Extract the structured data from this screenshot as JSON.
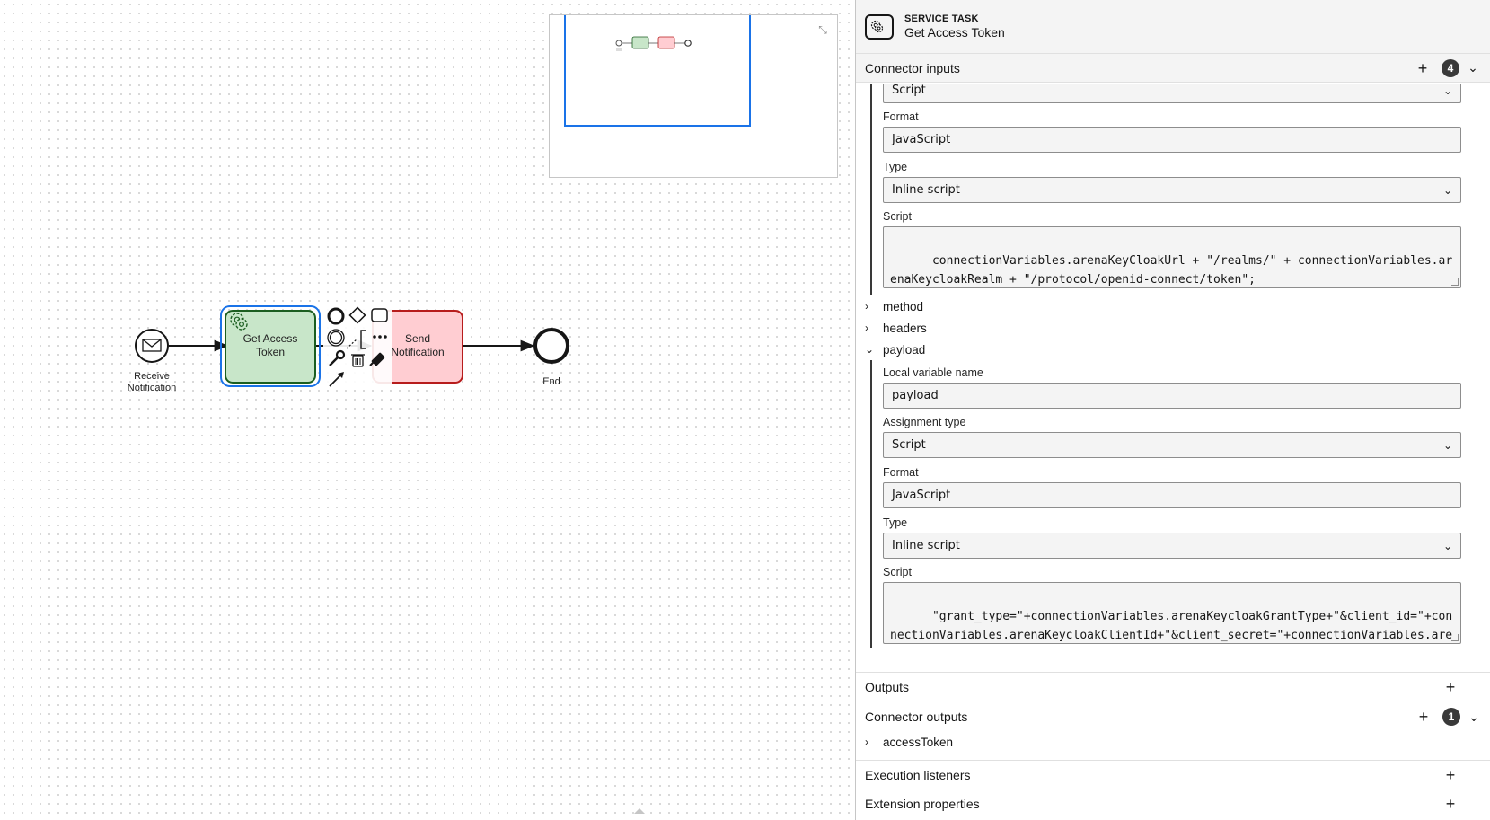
{
  "diagram": {
    "start_event_label_line1": "Receive",
    "start_event_label_line2": "Notification",
    "task1_line1": "Get Access",
    "task1_line2": "Token",
    "task2_line1": "Send",
    "task2_line2": "Notification",
    "end_event_label": "End",
    "colors": {
      "task1_fill": "#c8e6c9",
      "task1_stroke": "#1b5e20",
      "task2_fill": "#ffcdd2",
      "task2_stroke": "#b71c1c",
      "selection": "#1a73e8"
    },
    "context_pad_icons": [
      "end-event-icon",
      "gateway-icon",
      "task-icon",
      "intermediate-event-icon",
      "text-annotation-icon",
      "more-icon",
      "wrench-icon",
      "trash-icon",
      "color-picker-icon",
      "connect-arrow-icon"
    ]
  },
  "panel": {
    "element_type": "SERVICE TASK",
    "element_name": "Get Access Token",
    "connector_inputs": {
      "title": "Connector inputs",
      "count": "4",
      "top_select_value": "Script",
      "format_label": "Format",
      "format_value": "JavaScript",
      "type_label": "Type",
      "type_value": "Inline script",
      "script_label": "Script",
      "script_value": "connectionVariables.arenaKeyCloakUrl + \"/realms/\" + connectionVariables.arenaKeycloakRealm + \"/protocol/openid-connect/token\";",
      "entries": [
        "method",
        "headers",
        "payload"
      ],
      "payload": {
        "local_var_label": "Local variable name",
        "local_var_value": "payload",
        "assignment_label": "Assignment type",
        "assignment_value": "Script",
        "format_label": "Format",
        "format_value": "JavaScript",
        "type_label": "Type",
        "type_value": "Inline script",
        "script_label": "Script",
        "script_value": "\"grant_type=\"+connectionVariables.arenaKeycloakGrantType+\"&client_id=\"+connectionVariables.arenaKeycloakClientId+\"&client_secret=\"+connectionVariables.arenaKeycloakClientSecret"
      }
    },
    "outputs_title": "Outputs",
    "connector_outputs": {
      "title": "Connector outputs",
      "count": "1",
      "entry": "accessToken"
    },
    "execution_listeners_title": "Execution listeners",
    "extension_properties_title": "Extension properties"
  }
}
